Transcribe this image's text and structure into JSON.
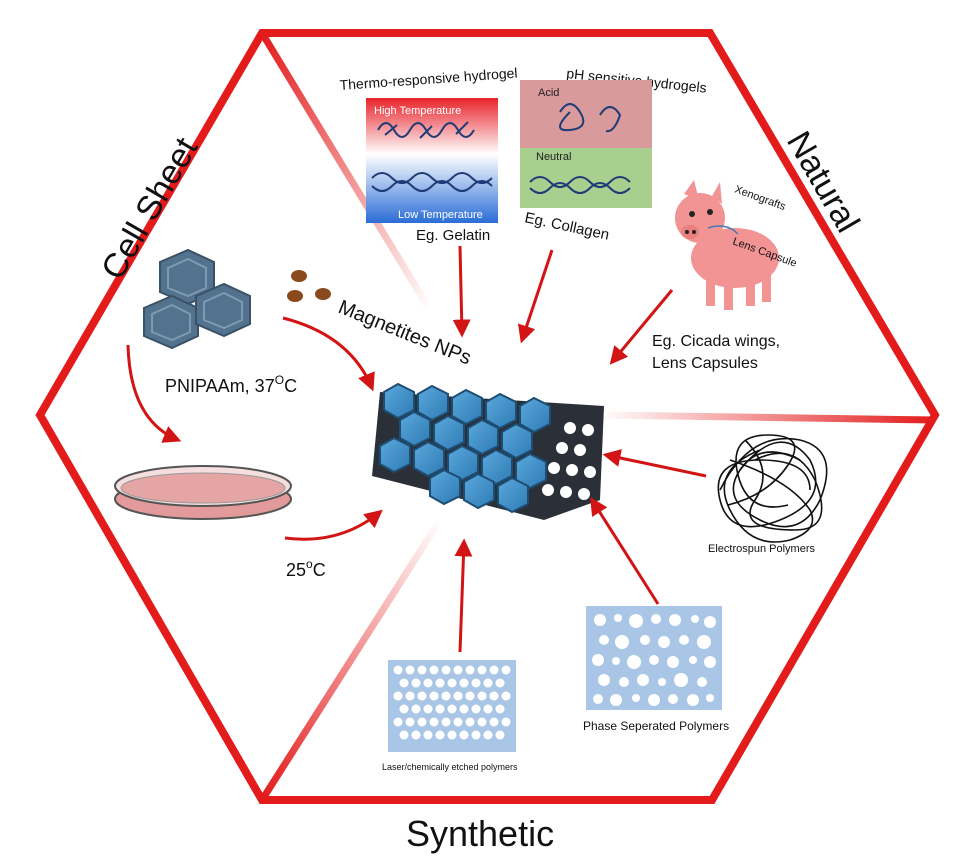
{
  "sections": {
    "cell_sheet": "Cell Sheet",
    "natural": "Natural",
    "synthetic": "Synthetic"
  },
  "cell_sheet": {
    "pnipaam": "PNIPAAm, 37",
    "pnipaam_sup": "O",
    "pnipaam_unit": "C",
    "low_temp": "25",
    "low_temp_sup": "o",
    "low_temp_unit": "C",
    "magnetites": "Magnetites NPs"
  },
  "natural": {
    "thermo_title": "Thermo-responsive hydrogel",
    "high_temp": "High Temperature",
    "low_temp": "Low Temperature",
    "gelatin": "Eg. Gelatin",
    "ph_title": "pH sensitive hydrogels",
    "acid": "Acid",
    "neutral": "Neutral",
    "collagen": "Eg. Collagen",
    "xenografts": "Xenografts",
    "lens_capsule": "Lens Capsule",
    "cicada_line1": "Eg. Cicada wings,",
    "cicada_line2": "Lens Capsules"
  },
  "synthetic": {
    "electrospun": "Electrospun Polymers",
    "phase_separated": "Phase Seperated  Polymers",
    "laser_etched": "Laser/chemically etched polymers"
  },
  "colors": {
    "frame": "#e31b1b",
    "arrow": "#d21414",
    "hex_blue": "#3c8fc7",
    "hex_dark": "#2b5e88",
    "dish": "#e39a9a",
    "pig": "#f29494",
    "nanoparticle": "#8a4a1e",
    "porous": "#a9c6e6",
    "acid_box": "#d89a9a",
    "neutral_box": "#a8cf8e"
  }
}
